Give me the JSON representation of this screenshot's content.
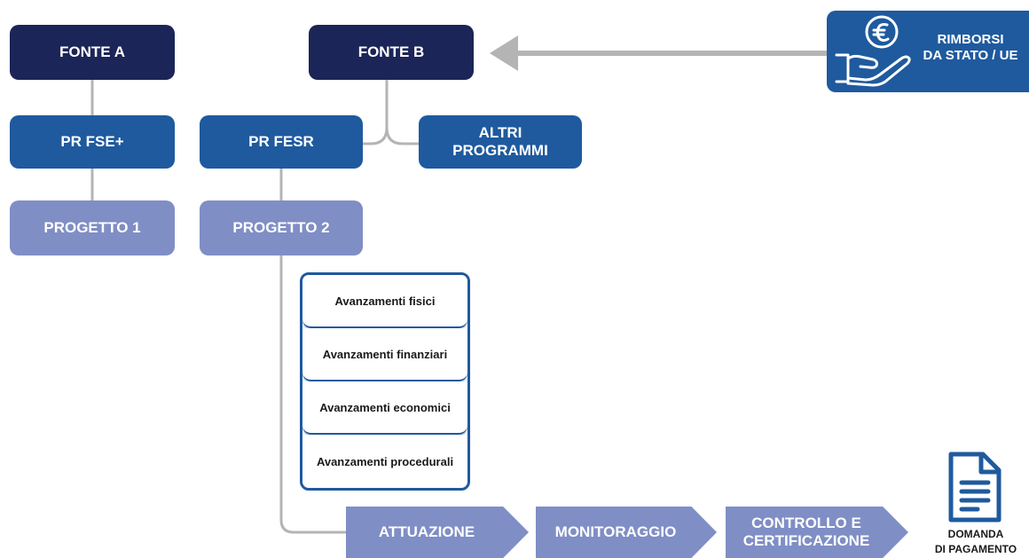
{
  "sources": {
    "fonte_a": "FONTE A",
    "fonte_b": "FONTE B"
  },
  "programs": {
    "pr_fse": "PR FSE+",
    "pr_fesr": "PR FESR",
    "altri": "ALTRI\nPROGRAMMI"
  },
  "projects": {
    "progetto_1": "PROGETTO 1",
    "progetto_2": "PROGETTO 2"
  },
  "avanzamenti": [
    "Avanzamenti fisici",
    "Avanzamenti finanziari",
    "Avanzamenti economici",
    "Avanzamenti procedurali"
  ],
  "phases": [
    "ATTUAZIONE",
    "MONITORAGGIO",
    "CONTROLLO E\nCERTIFICAZIONE"
  ],
  "rimborsi": {
    "label": "RIMBORSI\nDA STATO / UE",
    "icon": "euro-hand-icon"
  },
  "domanda": {
    "label": "DOMANDA\nDI PAGAMENTO",
    "icon": "document-icon"
  },
  "colors": {
    "dark": "#1c2557",
    "mid": "#1f5a9e",
    "light": "#7f8ec5",
    "connector": "#b4b4b4"
  }
}
